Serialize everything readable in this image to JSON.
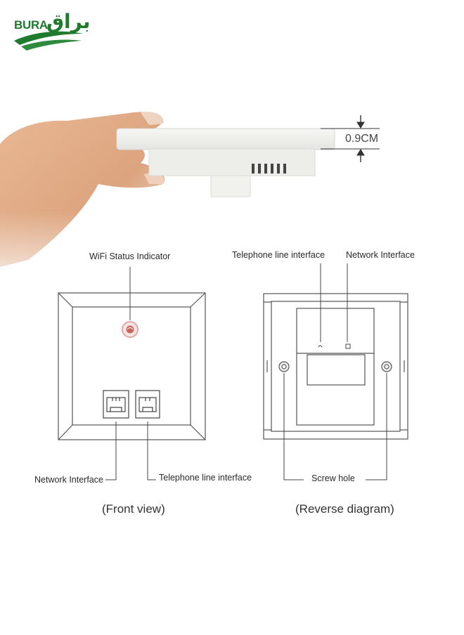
{
  "brand": {
    "latin": "BURA",
    "arabic": "براق",
    "color": "#1f7a2e"
  },
  "dimension": {
    "thickness": "0.9CM"
  },
  "front": {
    "wifi_label": "WiFi Status Indicator",
    "network_label": "Network Interface",
    "telephone_label": "Telephone line interface",
    "caption": "(Front view)"
  },
  "reverse": {
    "telephone_label": "Telephone line interface",
    "network_label": "Network Interface",
    "screw_label": "Screw hole",
    "caption": "(Reverse diagram)"
  },
  "colors": {
    "line": "#555555",
    "panel_fill": "#ffffff",
    "led_ring": "#e3a6a6",
    "led_core": "#c9665f"
  }
}
